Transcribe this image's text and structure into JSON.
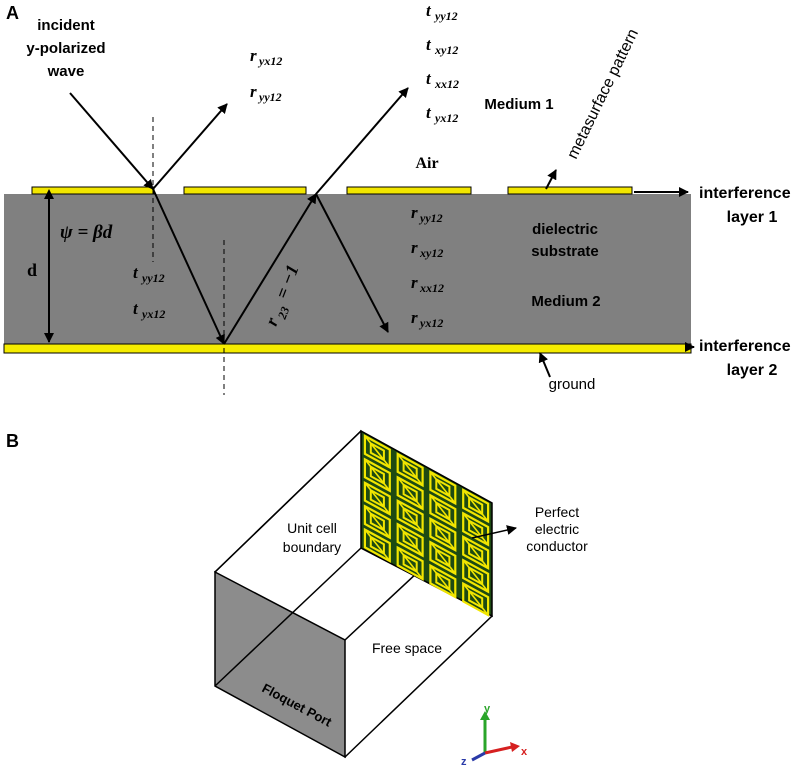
{
  "panel_a": {
    "label": "A",
    "incident_line1": "incident",
    "incident_line2": "y-polarized",
    "incident_line3": "wave",
    "refl_upper": [
      {
        "base": "r",
        "sub": "yx12"
      },
      {
        "base": "r",
        "sub": "yy12"
      }
    ],
    "trans_upper": [
      {
        "base": "t",
        "sub": "yy12"
      },
      {
        "base": "t",
        "sub": "xy12"
      },
      {
        "base": "t",
        "sub": "xx12"
      },
      {
        "base": "t",
        "sub": "yx12"
      }
    ],
    "medium1": "Medium 1",
    "air": "Air",
    "metasurface": "metasurface pattern",
    "psi": "ψ = βd",
    "d": "d",
    "trans_lower": [
      {
        "base": "t",
        "sub": "yy12"
      },
      {
        "base": "t",
        "sub": "yx12"
      }
    ],
    "r23_base": "r",
    "r23_sub": "23",
    "r23_value": "= −1",
    "refl_lower": [
      {
        "base": "r",
        "sub": "yy12"
      },
      {
        "base": "r",
        "sub": "xy12"
      },
      {
        "base": "r",
        "sub": "xx12"
      },
      {
        "base": "r",
        "sub": "yx12"
      }
    ],
    "dielectric_line1": "dielectric",
    "dielectric_line2": "substrate",
    "medium2": "Medium 2",
    "layer1_line1": "interference",
    "layer1_line2": "layer 1",
    "layer2_line1": "interference",
    "layer2_line2": "layer 2",
    "ground": "ground"
  },
  "panel_b": {
    "label": "B",
    "unit_cell_line1": "Unit cell",
    "unit_cell_line2": "boundary",
    "free_space": "Free space",
    "floquet": "Floquet Port",
    "pec_line1": "Perfect",
    "pec_line2": "electric",
    "pec_line3": "conductor",
    "axis_y": "y",
    "axis_x": "x",
    "axis_z": "z"
  },
  "colors": {
    "substrate": "#808080",
    "metal": "#f2e600",
    "metal_edge": "#8a7d00",
    "ground_bar": "#f5ec00",
    "pec_green": "#1d4a12",
    "floquet_face": "#8c8c8c",
    "axis_y": "#2aa52a",
    "axis_x": "#d62020",
    "axis_z": "#2a3aa8"
  }
}
